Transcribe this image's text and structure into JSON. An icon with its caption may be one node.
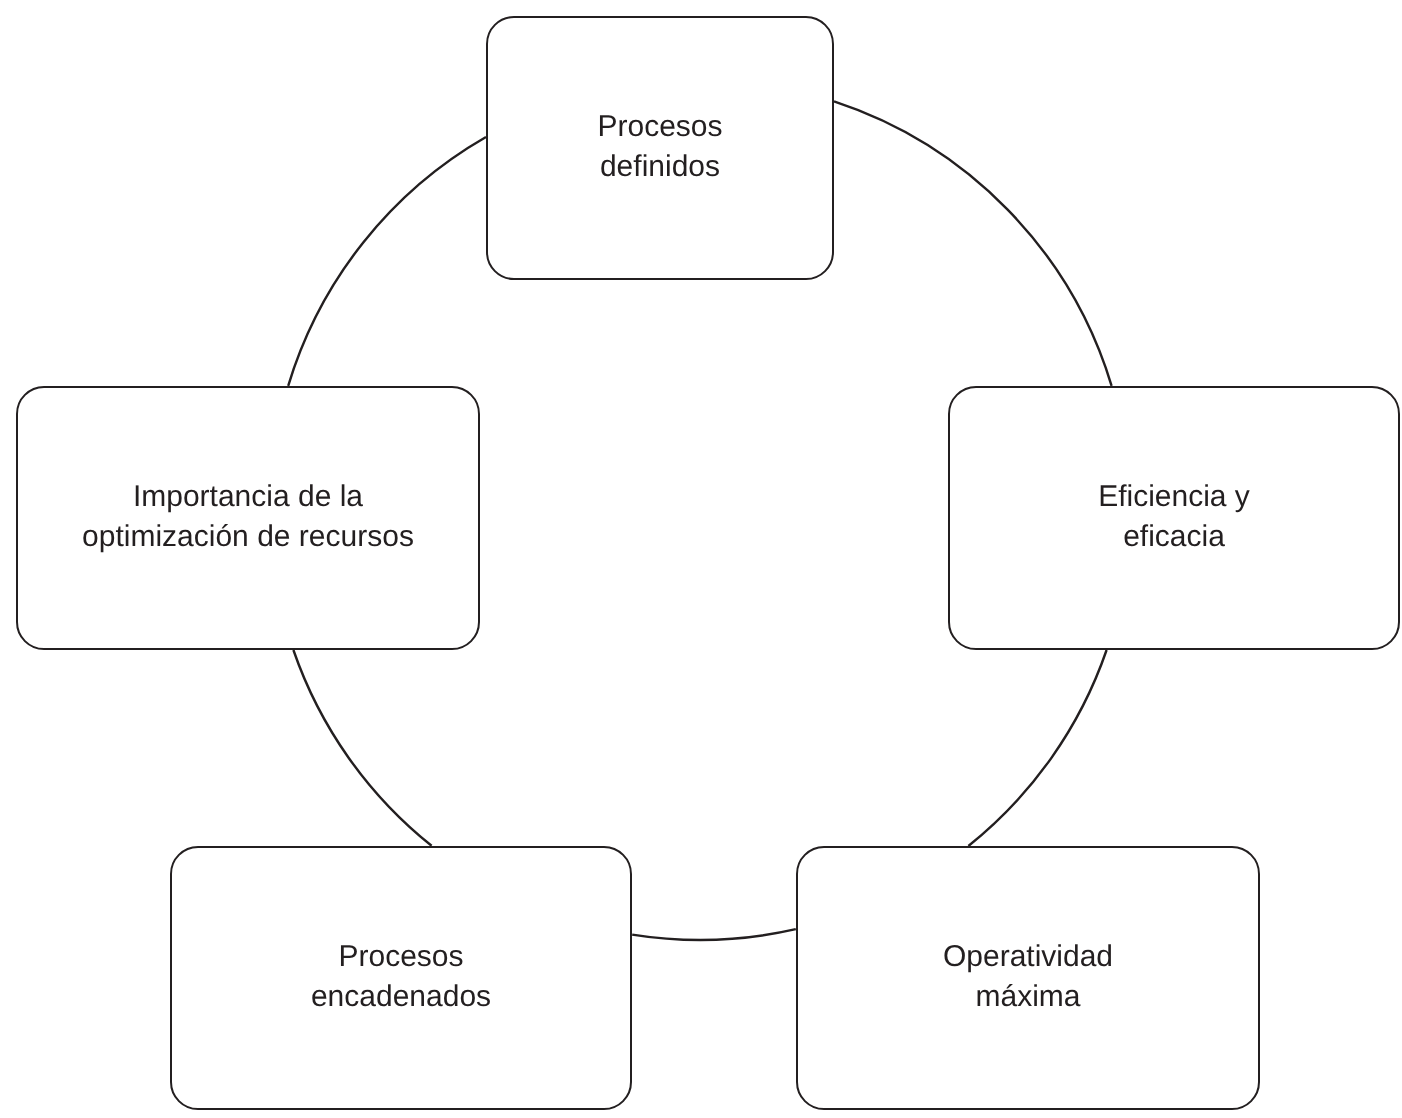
{
  "diagram": {
    "nodes": [
      {
        "text": [
          "Procesos definidos"
        ]
      },
      {
        "text": [
          "Eficiencia y eficacia"
        ]
      },
      {
        "text": [
          "Operatividad máxima"
        ]
      },
      {
        "text": [
          "Procesos encadenados"
        ]
      },
      {
        "text": [
          "Importancia de la optimización de recursos"
        ]
      }
    ],
    "edges": [
      {
        "from": 0,
        "to": 1,
        "arrow": "none"
      },
      {
        "from": 1,
        "to": 2,
        "arrow": "none"
      },
      {
        "from": 2,
        "to": 3,
        "arrow": "none"
      },
      {
        "from": 3,
        "to": 4,
        "arrow": "none"
      },
      {
        "from": 4,
        "to": 0,
        "arrow": "none"
      }
    ]
  }
}
